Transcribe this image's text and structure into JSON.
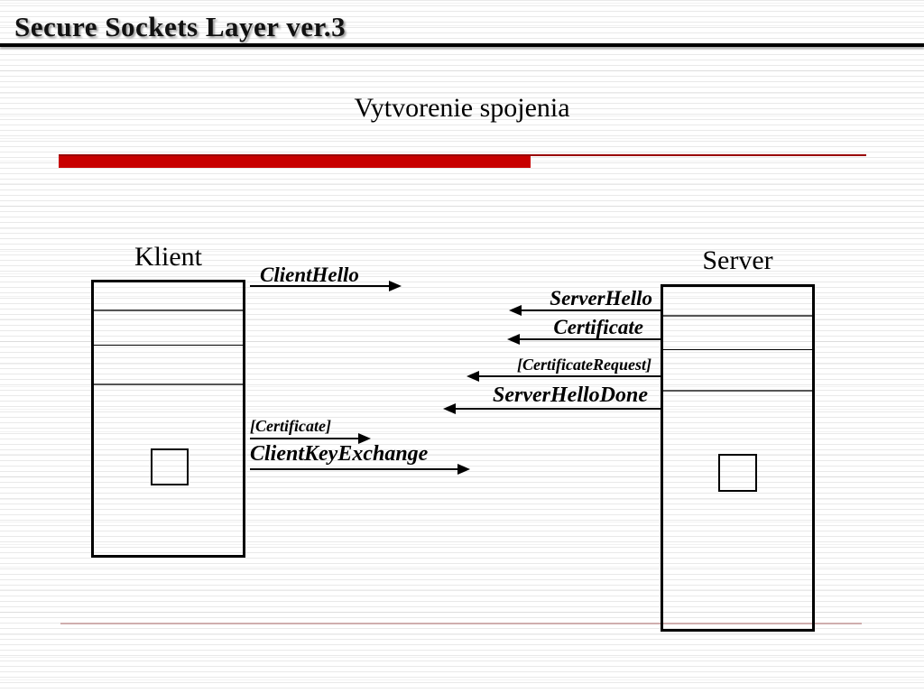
{
  "slide": {
    "title": "Secure Sockets Layer ver.3",
    "subtitle": "Vytvorenie spojenia",
    "colors": {
      "accent_bar": "#c80000",
      "accent_top_line": "#990000",
      "footer_rule": "#cfaeae",
      "text": "#000000"
    }
  },
  "diagram": {
    "client": {
      "label": "Klient"
    },
    "server": {
      "label": "Server"
    },
    "messages": [
      {
        "label": "ClientHello",
        "from": "client",
        "to": "server"
      },
      {
        "label": "ServerHello",
        "from": "server",
        "to": "client"
      },
      {
        "label": "Certificate",
        "from": "server",
        "to": "client"
      },
      {
        "label": "[CertificateRequest]",
        "from": "server",
        "to": "client"
      },
      {
        "label": "ServerHelloDone",
        "from": "server",
        "to": "client"
      },
      {
        "label": "[Certificate]",
        "from": "client",
        "to": "server"
      },
      {
        "label": "ClientKeyExchange",
        "from": "client",
        "to": "server"
      }
    ]
  }
}
